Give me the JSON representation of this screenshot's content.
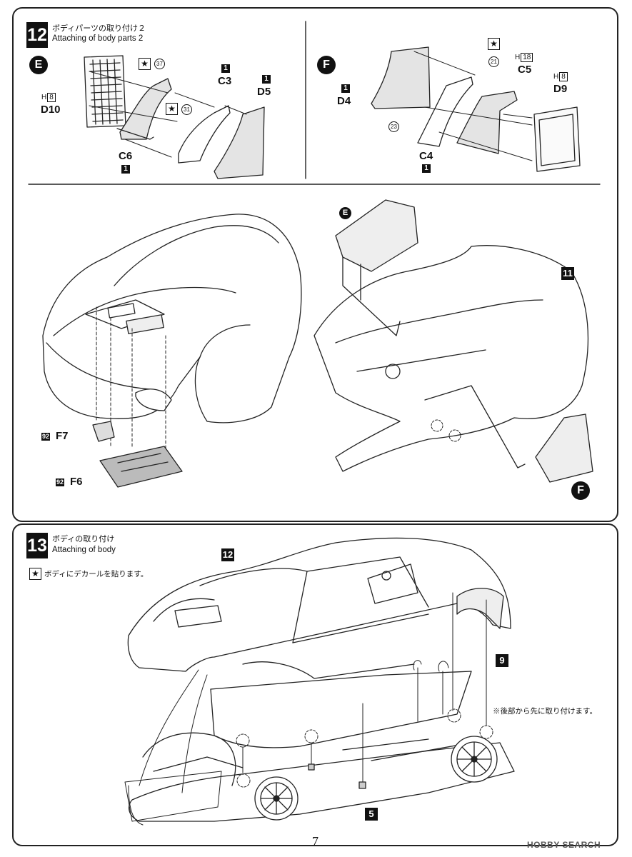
{
  "page": {
    "number": "7",
    "watermark": "HOBBY SEARCH"
  },
  "step12": {
    "number": "12",
    "title_jp": "ボディパーツの取り付け２",
    "title_en": "Attaching of body parts 2",
    "groupE": {
      "letter": "E",
      "parts": {
        "d10": "D10",
        "c6": "C6",
        "c3": "C3",
        "d5": "D5"
      },
      "hlabel": "H",
      "hnum": "8",
      "blocks": {
        "c6": "1",
        "c3": "1",
        "d5": "1"
      },
      "circled": {
        "a": "37",
        "b": "31"
      }
    },
    "groupF": {
      "letter": "F",
      "parts": {
        "d4": "D4",
        "c4": "C4",
        "c5": "C5",
        "d9": "D9"
      },
      "hlabel_c5": "H",
      "hnum_c5": "18",
      "hlabel_d9": "H",
      "hnum_d9": "8",
      "blocks": {
        "d4": "1",
        "c4": "1"
      },
      "circled": {
        "a": "21",
        "b": "23"
      }
    },
    "lower": {
      "f7": "F7",
      "f6": "F6",
      "chip": "92",
      "ref_block": "11",
      "callout_e": "E",
      "callout_f": "F"
    }
  },
  "step13": {
    "number": "13",
    "title_jp": "ボディの取り付け",
    "title_en": "Attaching of body",
    "decal_note": "ボディにデカールを貼ります。",
    "rear_note": "※後部から先に取り付けます。",
    "refs": {
      "body": "12",
      "interior": "9",
      "chassis": "5"
    }
  },
  "icons": {
    "star": "star-icon",
    "decal": "decal-star-icon"
  }
}
